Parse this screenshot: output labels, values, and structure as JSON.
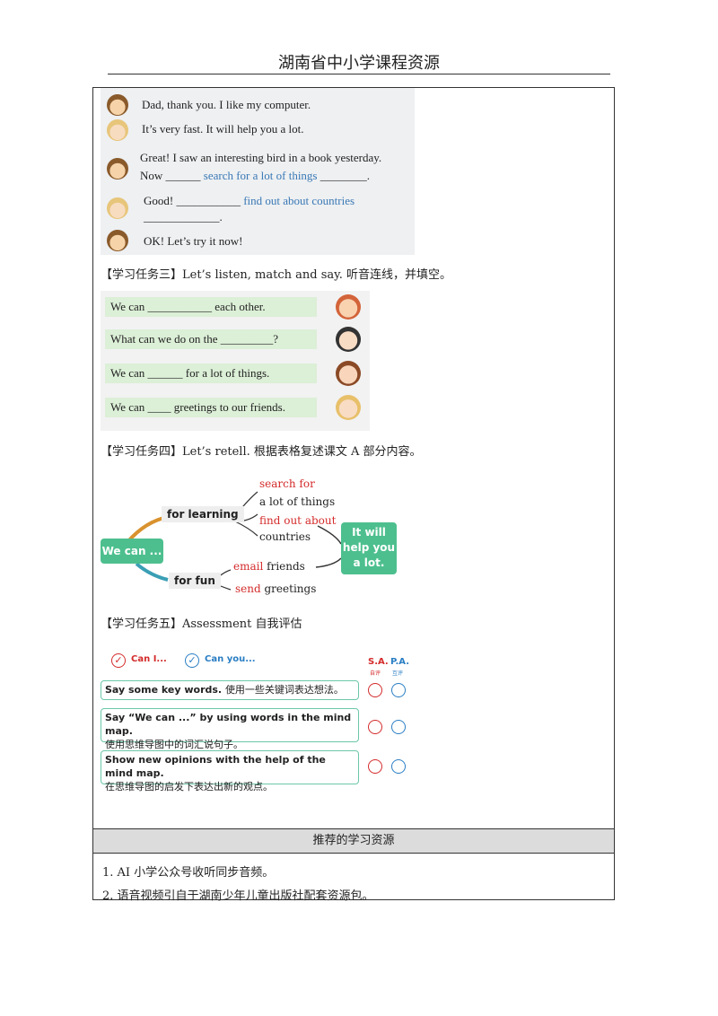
{
  "header": {
    "title": "湖南省中小学课程资源"
  },
  "dialog": {
    "lines": [
      "Dad, thank you. I like my computer.",
      "It’s very fast. It will help you a lot.",
      "Great! I saw an interesting bird in a book yesterday.",
      "Good! ___________",
      "OK! Let’s try it now!"
    ],
    "line3b_prefix": "Now ______",
    "line3b_blue": "search for a lot of things",
    "line3b_suffix": "________.",
    "line4_blue": "find out about countries",
    "line4b": "_____________."
  },
  "task3": {
    "title": "【学习任务三】Let’s listen, match and say.  听音连线，并填空。",
    "rows": [
      "We can ___________ each other.",
      "What can we do on the _________?",
      "We can ______ for a lot of things.",
      "We can ____ greetings to our friends."
    ]
  },
  "task4": {
    "title": "【学习任务四】Let’s retell.  根据表格复述课文 A 部分内容。",
    "center": "We can ...",
    "learning": "for learning",
    "fun": "for fun",
    "result": "It will help you a lot.",
    "l1_red": "search for",
    "l1_black": "a lot of things",
    "l2_red": "find out about",
    "l2_black": "countries",
    "f1_red": "email",
    "f1_black": "friends",
    "f2_red": "send",
    "f2_black": "greetings"
  },
  "task5": {
    "title": "【学习任务五】Assessment  自我评估",
    "can_i": "Can I...",
    "can_you": "Can you...",
    "sa": "S.A.",
    "pa": "P.A.",
    "sa_sub": "自评",
    "pa_sub": "互评",
    "items": [
      {
        "en": "Say some key words.",
        "cn": "使用一些关键词表达想法。"
      },
      {
        "en": "Say “We can ...” by using words in the mind map.",
        "cn": "使用思维导图中的词汇说句子。"
      },
      {
        "en": "Show new opinions with the help of the mind map.",
        "cn": "在思维导图的启发下表达出新的观点。"
      }
    ]
  },
  "resources": {
    "title": "推荐的学习资源",
    "items": [
      "1. AI 小学公众号收听同步音频。",
      "2.  语音视频引自于湖南少年儿童出版社配套资源包。"
    ]
  },
  "colors": {
    "accent_blue": "#3a78b5",
    "red": "#d42b2b",
    "green": "#4dbf8e"
  }
}
